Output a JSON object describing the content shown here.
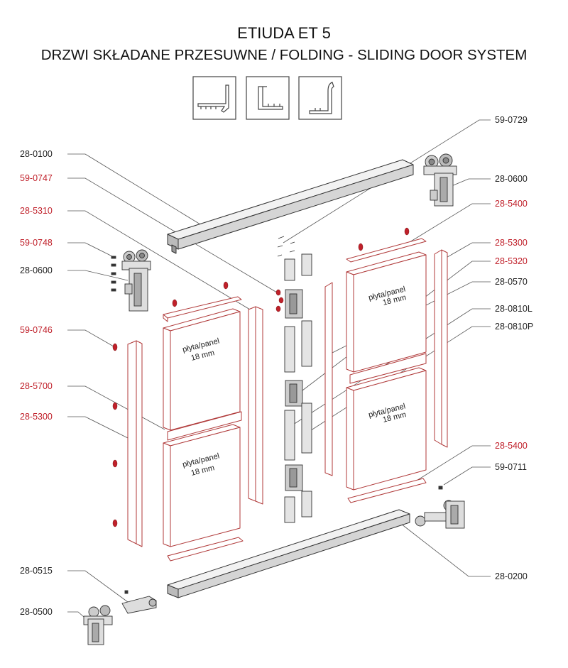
{
  "title": "ETIUDA ET 5",
  "subtitle": "DRZWI SKŁADANE PRZESUWNE / FOLDING - SLIDING DOOR SYSTEM",
  "colors": {
    "highlight": "#c0202a",
    "panel_stroke": "#b03a3a",
    "panel_fill": "#ffffff",
    "metal_dark": "#555555",
    "metal_fill": "#e6e6e6",
    "leader": "#555555",
    "text": "#222222"
  },
  "panel_text": {
    "line1": "płyta/panel",
    "line2": "18 mm"
  },
  "callouts": [
    {
      "id": "c1",
      "code": "59-0729",
      "highlighted": false
    },
    {
      "id": "c2",
      "code": "28-0100",
      "highlighted": false
    },
    {
      "id": "c3",
      "code": "59-0747",
      "highlighted": true
    },
    {
      "id": "c4",
      "code": "28-0600",
      "highlighted": false
    },
    {
      "id": "c5",
      "code": "28-5310",
      "highlighted": true
    },
    {
      "id": "c6",
      "code": "28-5400",
      "highlighted": true
    },
    {
      "id": "c7",
      "code": "59-0748",
      "highlighted": true
    },
    {
      "id": "c8",
      "code": "28-5300",
      "highlighted": true
    },
    {
      "id": "c9",
      "code": "28-0600",
      "highlighted": false
    },
    {
      "id": "c10",
      "code": "28-5320",
      "highlighted": true
    },
    {
      "id": "c11",
      "code": "28-0570",
      "highlighted": false
    },
    {
      "id": "c12",
      "code": "28-0810L",
      "highlighted": false
    },
    {
      "id": "c13",
      "code": "59-0746",
      "highlighted": true
    },
    {
      "id": "c14",
      "code": "28-0810P",
      "highlighted": false
    },
    {
      "id": "c15",
      "code": "28-5700",
      "highlighted": true
    },
    {
      "id": "c16",
      "code": "28-5300",
      "highlighted": true
    },
    {
      "id": "c17",
      "code": "28-5400",
      "highlighted": true
    },
    {
      "id": "c18",
      "code": "59-0711",
      "highlighted": false
    },
    {
      "id": "c19",
      "code": "28-0200",
      "highlighted": false
    },
    {
      "id": "c20",
      "code": "28-0515",
      "highlighted": false
    },
    {
      "id": "c21",
      "code": "28-0500",
      "highlighted": false
    }
  ]
}
